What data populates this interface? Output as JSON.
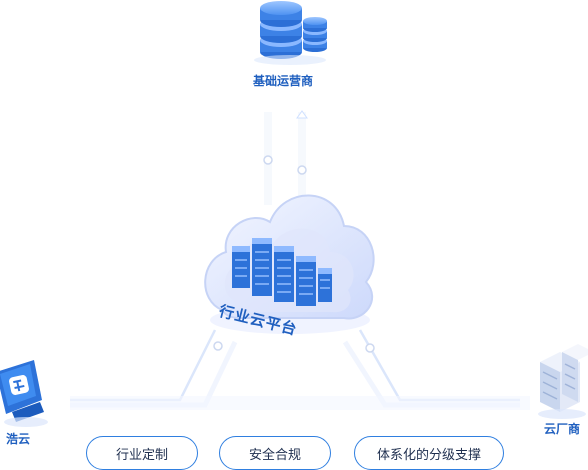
{
  "nodes": {
    "top": {
      "label": "基础运营商"
    },
    "left": {
      "label": "浩云"
    },
    "right": {
      "label": "云厂商"
    },
    "center": {
      "label": "行业云平台"
    }
  },
  "pills": [
    {
      "label": "行业定制"
    },
    {
      "label": "安全合规"
    },
    {
      "label": "体系化的分级支撑"
    }
  ],
  "colors": {
    "accent": "#2f7fe0",
    "label_text": "#1f5fbf",
    "pill_text": "#1f2f4f",
    "cloud_fill": "#e4ebff",
    "server_blue": "#3d8ff0"
  },
  "icons": [
    "database-icon",
    "cloud-server-icon",
    "monitor-icon",
    "server-rack-icon"
  ]
}
